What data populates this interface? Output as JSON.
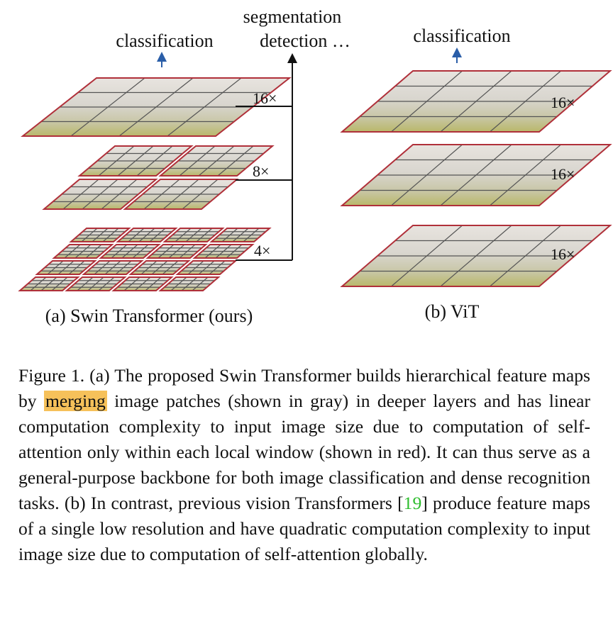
{
  "figure": {
    "swin": {
      "top_label": "classification",
      "right_labels": [
        "segmentation",
        "detection …"
      ],
      "scale_labels": [
        "16×",
        "8×",
        "4×"
      ],
      "subcaption": "(a) Swin Transformer (ours)"
    },
    "vit": {
      "top_label": "classification",
      "scale_labels": [
        "16×",
        "16×",
        "16×"
      ],
      "subcaption": "(b) ViT"
    }
  },
  "caption": {
    "prefix": "Figure 1. (a) The proposed Swin Transformer builds hierarchical feature maps by ",
    "highlight": "merging",
    "middle": " image patches (shown in gray) in deeper layers and has linear computation complexity to input image size due to computation of self-attention only within each local window (shown in red). It can thus serve as a general-purpose backbone for both image classification and dense recognition tasks. (b) In contrast, previous vision Transformers [",
    "ref": "19",
    "suffix": "] produce feature maps of a single low resolution and have quadratic computation complexity to input image size due to computation of self-attention globally."
  },
  "colors": {
    "window_border": "#b0303a",
    "grid": "#555555",
    "arrow": "#2a5ea8",
    "highlight": "#f6c15a",
    "ref": "#2ebd2e"
  }
}
